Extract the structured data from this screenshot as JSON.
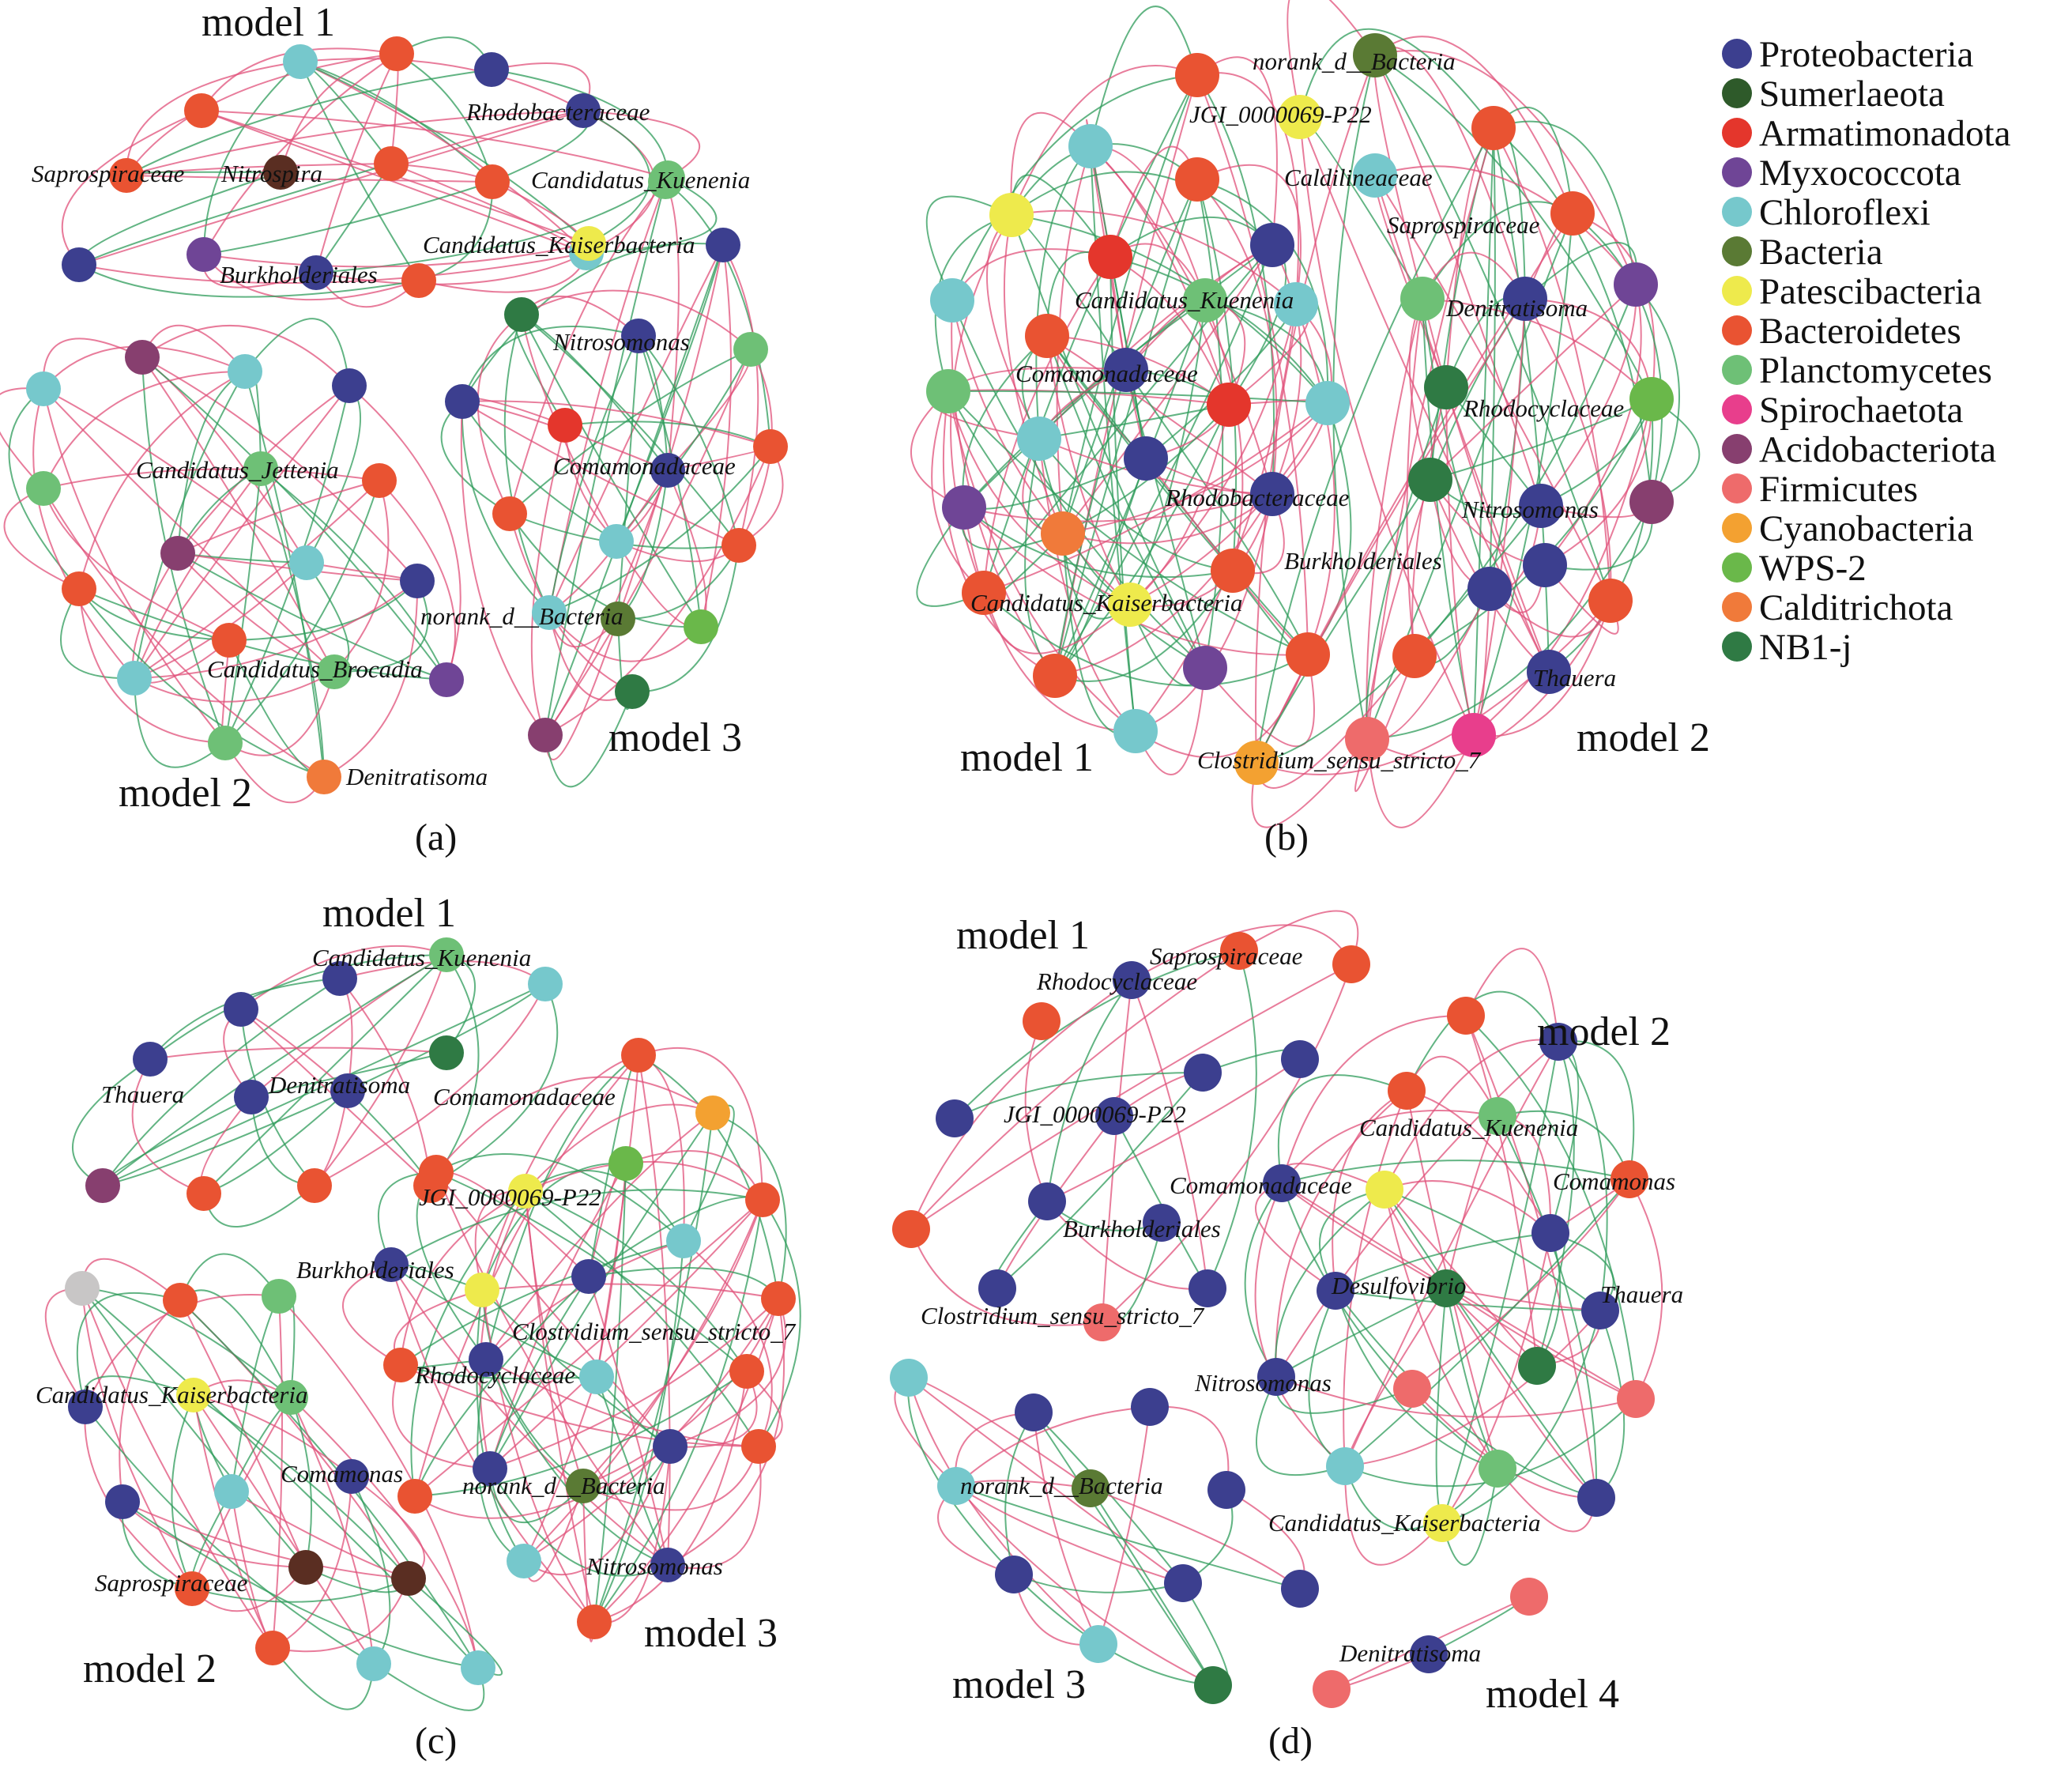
{
  "legend": [
    {
      "name": "Proteobacteria",
      "color": "#3c3f8f"
    },
    {
      "name": "Sumerlaeota",
      "color": "#2e5a2a"
    },
    {
      "name": "Armatimonadota",
      "color": "#e4362c"
    },
    {
      "name": "Myxococcota",
      "color": "#6f4596"
    },
    {
      "name": "Chloroflexi",
      "color": "#76c8cc"
    },
    {
      "name": "Bacteria",
      "color": "#5a7a34"
    },
    {
      "name": "Patescibacteria",
      "color": "#eeea4c"
    },
    {
      "name": "Bacteroidetes",
      "color": "#e95332"
    },
    {
      "name": "Planctomycetes",
      "color": "#6ec076"
    },
    {
      "name": "Spirochaetota",
      "color": "#e83e8c"
    },
    {
      "name": "Acidobacteriota",
      "color": "#873f6f"
    },
    {
      "name": "Firmicutes",
      "color": "#ee6b6b"
    },
    {
      "name": "Cyanobacteria",
      "color": "#f3a131"
    },
    {
      "name": "WPS-2",
      "color": "#6ab84a"
    },
    {
      "name": "Calditrichota",
      "color": "#f07a3a"
    },
    {
      "name": "NB1-j",
      "color": "#2f7a44"
    }
  ],
  "edge_colors": {
    "positive": "#e0507a",
    "negative": "#2e9b5a"
  },
  "panels": [
    {
      "id": "a",
      "caption": "(a)",
      "modules": [
        "model 1",
        "model 2",
        "model 3"
      ],
      "taxa": [
        "Rhodobacteraceae",
        "Saprospiraceae",
        "Nitrospira",
        "Candidatus_Kuenenia",
        "Candidatus_Kaiserbacteria",
        "Burkholderiales",
        "Nitrosomonas",
        "Candidatus_Jettenia",
        "Comamonadaceae",
        "norank_d__Bacteria",
        "Candidatus_Brocadia",
        "Denitratisoma"
      ]
    },
    {
      "id": "b",
      "caption": "(b)",
      "modules": [
        "model 1",
        "model 2"
      ],
      "taxa": [
        "norank_d__Bacteria",
        "JGI_0000069-P22",
        "Caldilineaceae",
        "Saprospiraceae",
        "Candidatus_Kuenenia",
        "Denitratisoma",
        "Comamonadaceae",
        "Rhodocyclaceae",
        "Rhodobacteraceae",
        "Nitrosomonas",
        "Burkholderiales",
        "Candidatus_Kaiserbacteria",
        "Thauera",
        "Clostridium_sensu_stricto_7"
      ]
    },
    {
      "id": "c",
      "caption": "(c)",
      "modules": [
        "model 1",
        "model 2",
        "model 3"
      ],
      "taxa": [
        "Candidatus_Kuenenia",
        "Thauera",
        "Denitratisoma",
        "Comamonadaceae",
        "JGI_0000069-P22",
        "Burkholderiales",
        "Clostridium_sensu_stricto_7",
        "Candidatus_Kaiserbacteria",
        "Rhodocyclaceae",
        "Comamonas",
        "norank_d__Bacteria",
        "Saprospiraceae",
        "Nitrosomonas"
      ]
    },
    {
      "id": "d",
      "caption": "(d)",
      "modules": [
        "model 1",
        "model 2",
        "model 3",
        "model 4"
      ],
      "taxa": [
        "Saprospiraceae",
        "Rhodocyclaceae",
        "JGI_0000069-P22",
        "Comamonadaceae",
        "Candidatus_Kuenenia",
        "Comamonas",
        "Burkholderiales",
        "Desulfovibrio",
        "Thauera",
        "Clostridium_sensu_stricto_7",
        "Nitrosomonas",
        "norank_d__Bacteria",
        "Candidatus_Kaiserbacteria",
        "Denitratisoma"
      ]
    }
  ]
}
